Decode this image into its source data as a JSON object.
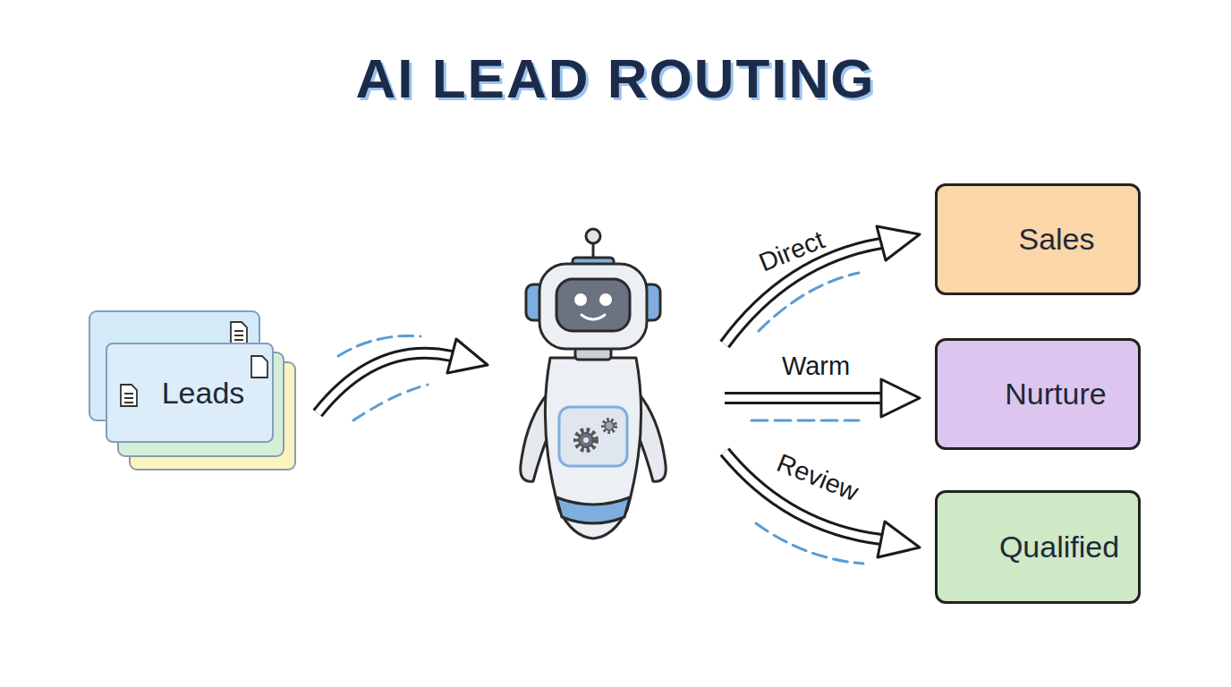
{
  "diagram": {
    "title": "AI LEAD ROUTING",
    "nodes": [
      {
        "text": [
          "Leads"
        ]
      },
      {
        "text": [
          "Sales"
        ]
      },
      {
        "text": [
          "Nurture"
        ]
      },
      {
        "text": [
          "Qualified"
        ]
      }
    ],
    "labels": [
      "Direct",
      "Warm",
      "Review"
    ]
  }
}
